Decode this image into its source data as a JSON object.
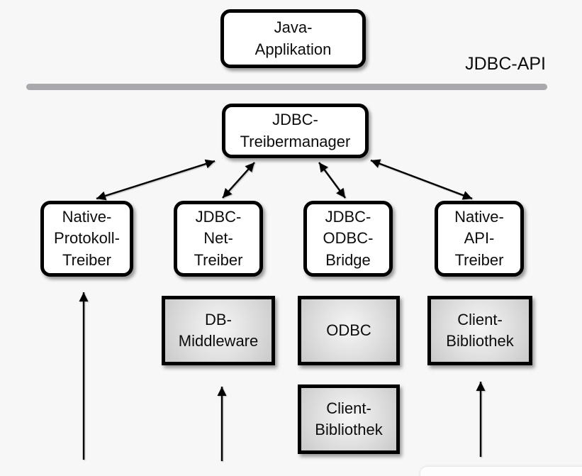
{
  "diagram": {
    "api_boundary_label": "JDBC-API",
    "nodes": {
      "java_application": {
        "label": "Java-\nApplikation"
      },
      "jdbc_treibermanager": {
        "label": "JDBC-\nTreibermanager"
      },
      "native_protokoll_treiber": {
        "label": "Native-\nProtokoll-\nTreiber"
      },
      "jdbc_net_treiber": {
        "label": "JDBC-\nNet-\nTreiber"
      },
      "jdbc_odbc_bridge": {
        "label": "JDBC-\nODBC-\nBridge"
      },
      "native_api_treiber": {
        "label": "Native-\nAPI-\nTreiber"
      },
      "db_middleware": {
        "label": "DB-\nMiddleware"
      },
      "odbc": {
        "label": "ODBC"
      },
      "client_bibliothek_center": {
        "label": "Client-\nBibliothek"
      },
      "client_bibliothek_right": {
        "label": "Client-\nBibliothek"
      }
    },
    "colors": {
      "background": "#f7f7f7",
      "box_border": "#000000",
      "white_box_fill": "#ffffff",
      "gray_box_fill": "#d9d9d9",
      "divider_line": "#a9a9ad",
      "arrow": "#000000",
      "text": "#0d0d0d"
    }
  }
}
